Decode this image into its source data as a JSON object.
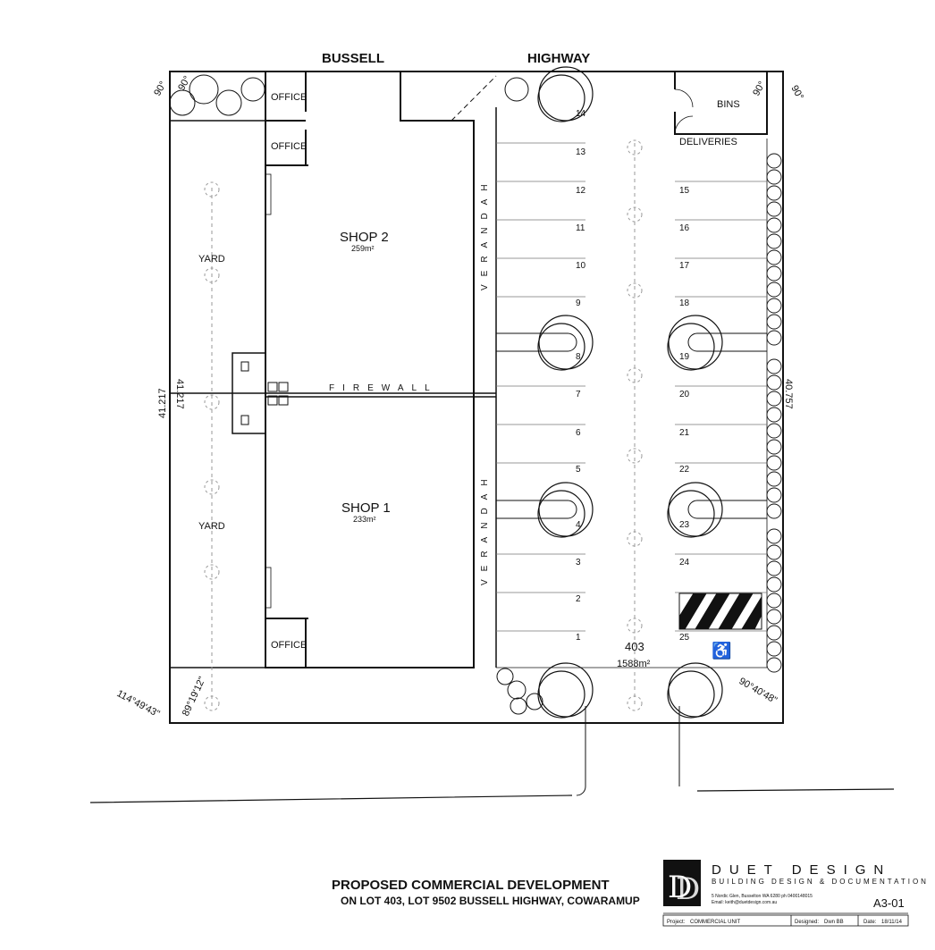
{
  "road": {
    "left": "BUSSELL",
    "right": "HIGHWAY"
  },
  "rooms": {
    "office_top": "OFFICE",
    "office_mid": "OFFICE",
    "office_bottom": "OFFICE",
    "bins": "BINS",
    "deliveries": "DELIVERIES",
    "yard_top": "YARD",
    "yard_bottom": "YARD"
  },
  "shops": [
    {
      "name": "SHOP 2",
      "area": "259m²"
    },
    {
      "name": "SHOP 1",
      "area": "233m²"
    }
  ],
  "verandah": {
    "label": "VERANDAH"
  },
  "firewall": {
    "label": "FIREWALL"
  },
  "lot": {
    "number": "403",
    "area": "1588m²"
  },
  "parking": {
    "left_column": [
      "14",
      "13",
      "12",
      "11",
      "10",
      "9",
      "8",
      "7",
      "6",
      "5",
      "4",
      "3",
      "2",
      "1"
    ],
    "right_column": [
      "15",
      "16",
      "17",
      "18",
      "19",
      "20",
      "21",
      "22",
      "23",
      "24",
      "25"
    ]
  },
  "dimensions": {
    "left_outer": "41.217",
    "left_inner": "41.217",
    "right": "40.757",
    "angle_top_left": "90°",
    "angle_top_left_inner": "90°",
    "angle_top_right_inner": "90°",
    "angle_top_right": "90°",
    "bearing_left": "114°49'43\"",
    "bearing_bottom_left": "89°19'12\"",
    "bearing_bottom_right": "90°40'48\""
  },
  "title_block": {
    "title": "PROPOSED COMMERCIAL DEVELOPMENT",
    "subtitle": "ON LOT 403, LOT 9502 BUSSELL HIGHWAY, COWARAMUP",
    "brand": "DUET DESIGN",
    "tagline": "BUILDING DESIGN & DOCUMENTATION",
    "address": "5 Nordic Glen, Busselton WA 6280 ph 0400148015",
    "email": "Email: keith@duetdesign.com.au",
    "sheet": "A3-01",
    "project_label": "Project:",
    "project_value": "COMMERCIAL UNIT",
    "designed_label": "Designed:",
    "designed_value": "Dwn BB",
    "date_label": "Date:",
    "date_value": "18/11/14"
  },
  "colors": {
    "ink": "#111111",
    "paper": "#ffffff",
    "grey": "#9a9a9a"
  }
}
